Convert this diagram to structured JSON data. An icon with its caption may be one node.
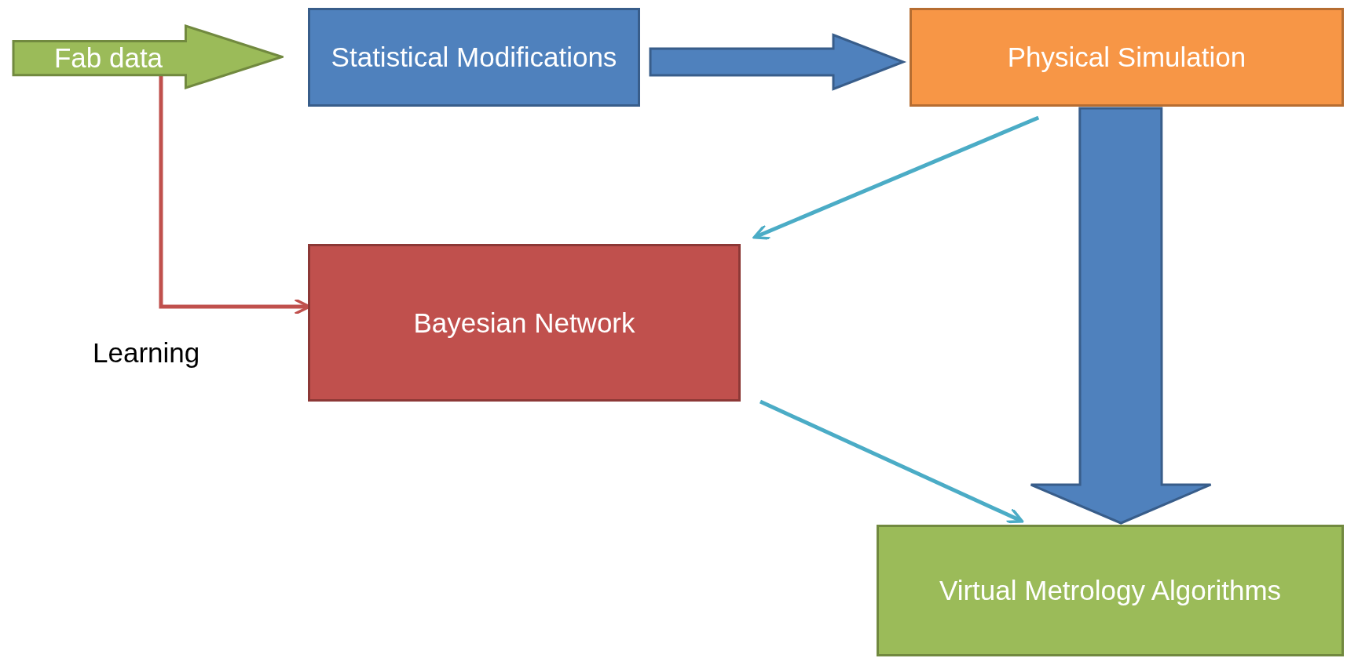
{
  "diagram": {
    "nodes": [
      {
        "text": [
          "Fab data"
        ]
      },
      {
        "text": [
          "Statistical Modifications"
        ]
      },
      {
        "text": [
          "Physical Simulation"
        ]
      },
      {
        "text": [
          "Bayesian Network"
        ]
      },
      {
        "text": [
          "Virtual Metrology Algorithms"
        ]
      }
    ],
    "edges": [
      {
        "from": 0,
        "to": 3,
        "arrow": "to",
        "label": "Learning",
        "color": "#c0504d"
      },
      {
        "from": 1,
        "to": 2,
        "arrow": "to",
        "style": "thick",
        "color": "#4f81bd"
      },
      {
        "from": 2,
        "to": 4,
        "arrow": "to",
        "style": "thick",
        "color": "#4f81bd"
      },
      {
        "from": 2,
        "to": 3,
        "arrow": "to",
        "color": "#4bacc6"
      },
      {
        "from": 3,
        "to": 4,
        "arrow": "to",
        "color": "#4bacc6"
      }
    ]
  }
}
